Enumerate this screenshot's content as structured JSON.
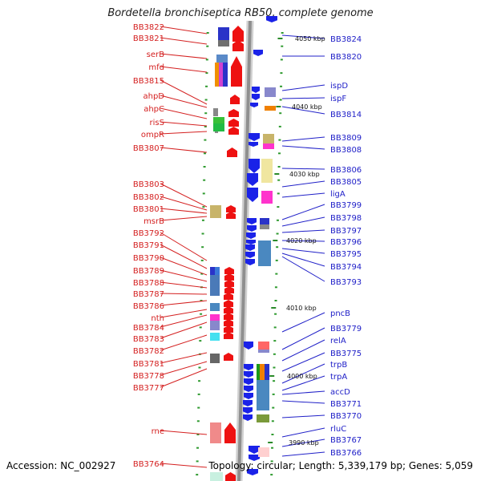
{
  "title": "Bordetella bronchiseptica RB50, complete genome",
  "footer": {
    "accession": "Accession: NC_002927",
    "topology": "Topology: circular; Length: 5,339,179 bp; Genes: 5,059"
  },
  "colors": {
    "left_labels": "#d42020",
    "right_labels": "#2020c8",
    "backbone": "#9a9a9a"
  },
  "left_genes": [
    "BB3822",
    "BB3821",
    "serB",
    "mfd",
    "BB3815",
    "ahpD",
    "ahpC",
    "risS",
    "ompR",
    "BB3807",
    "BB3803",
    "BB3802",
    "BB3801",
    "msrB",
    "BB3792",
    "BB3791",
    "BB3790",
    "BB3789",
    "BB3788",
    "BB3787",
    "BB3786",
    "nth",
    "BB3784",
    "BB3783",
    "BB3782",
    "BB3781",
    "BB3778",
    "BB3777",
    "rne",
    "BB3764"
  ],
  "right_genes": [
    "BB3824",
    "BB3820",
    "ispD",
    "ispF",
    "BB3814",
    "BB3809",
    "BB3808",
    "BB3806",
    "BB3805",
    "ligA",
    "BB3799",
    "BB3798",
    "BB3797",
    "BB3796",
    "BB3795",
    "BB3794",
    "BB3793",
    "pncB",
    "BB3779",
    "relA",
    "BB3775",
    "trpB",
    "trpA",
    "accD",
    "BB3771",
    "BB3770",
    "rluC",
    "BB3767",
    "BB3766"
  ],
  "kbp_marks": [
    "4050 kbp",
    "4040 kbp",
    "4030 kbp",
    "4020 kbp",
    "4010 kbp",
    "4000 kbp",
    "3990 kbp"
  ]
}
